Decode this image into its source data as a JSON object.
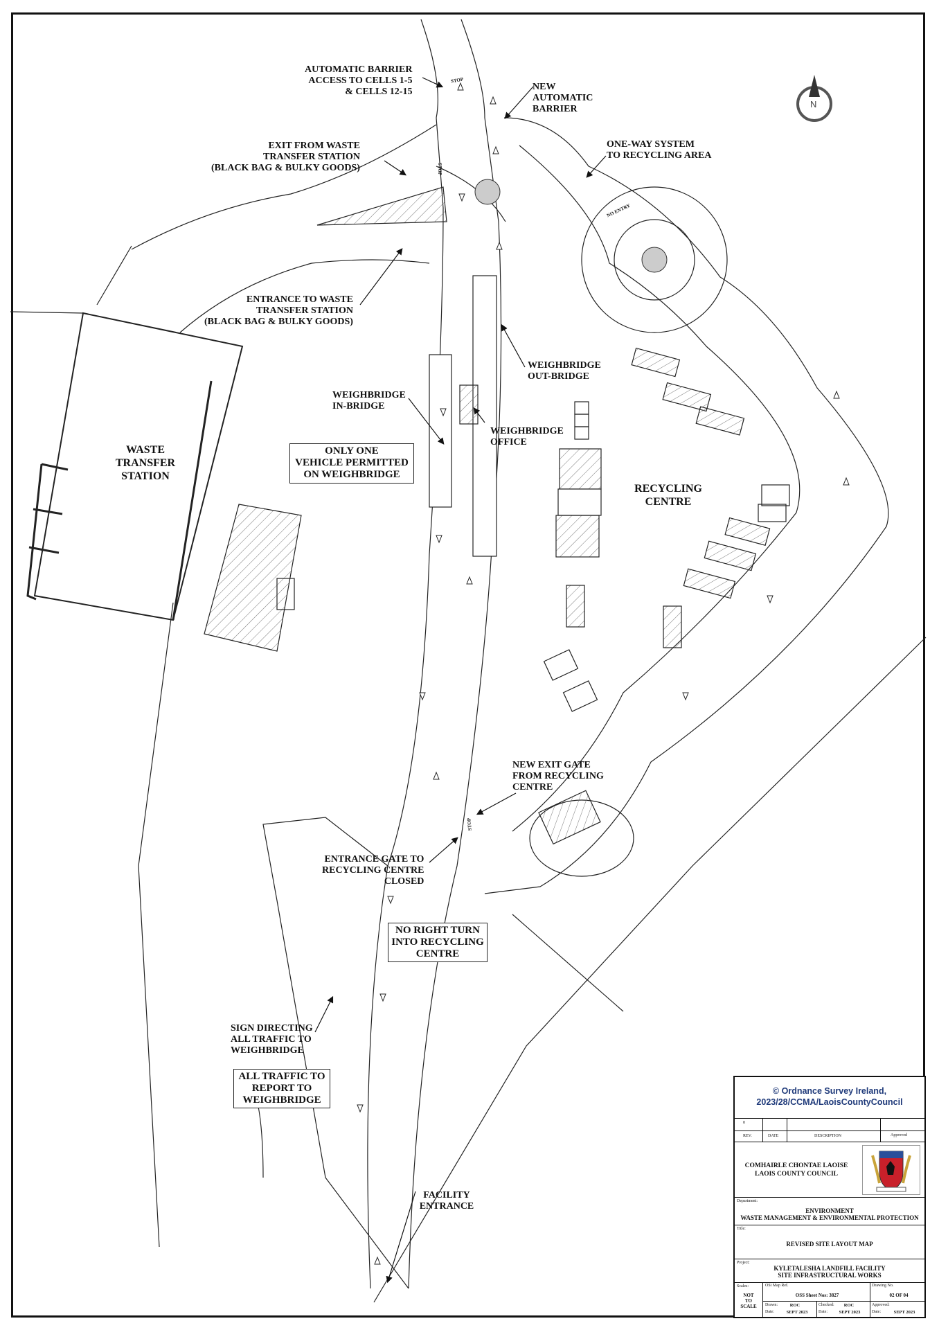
{
  "labels": {
    "automatic_barrier": [
      "AUTOMATIC BARRIER",
      "ACCESS TO CELLS 1-5",
      "& CELLS 12-15"
    ],
    "new_automatic_barrier": [
      "NEW",
      "AUTOMATIC",
      "BARRIER"
    ],
    "one_way_system": [
      "ONE-WAY SYSTEM",
      "TO RECYCLING AREA"
    ],
    "exit_wts": [
      "EXIT FROM WASTE",
      "TRANSFER STATION",
      "(BLACK BAG & BULKY GOODS)"
    ],
    "entrance_wts": [
      "ENTRANCE TO WASTE",
      "TRANSFER STATION",
      "(BLACK BAG & BULKY GOODS)"
    ],
    "weighbridge_out": [
      "WEIGHBRIDGE",
      "OUT-BRIDGE"
    ],
    "weighbridge_in": [
      "WEIGHBRIDGE",
      "IN-BRIDGE"
    ],
    "weighbridge_office": [
      "WEIGHBRIDGE",
      "OFFICE"
    ],
    "waste_transfer_station": [
      "WASTE",
      "TRANSFER",
      "STATION"
    ],
    "only_one_vehicle": [
      "ONLY ONE",
      "VEHICLE PERMITTED",
      "ON WEIGHBRIDGE"
    ],
    "recycling_centre": [
      "RECYCLING",
      "CENTRE"
    ],
    "new_exit_gate": [
      "NEW EXIT GATE",
      "FROM RECYCLING",
      "CENTRE"
    ],
    "entrance_gate": [
      "ENTRANCE GATE TO",
      "RECYCLING CENTRE",
      "CLOSED"
    ],
    "no_right_turn": [
      "NO RIGHT TURN",
      "INTO RECYCLING",
      "CENTRE"
    ],
    "sign_directing": [
      "SIGN DIRECTING",
      "ALL TRAFFIC TO",
      "WEIGHBRIDGE"
    ],
    "all_traffic": [
      "ALL TRAFFIC TO",
      "REPORT TO",
      "WEIGHBRIDGE"
    ],
    "facility_entrance": [
      "FACILITY",
      "ENTRANCE"
    ],
    "stop_1": "STOP",
    "stop_2": "STOP",
    "stop_3": "STOP",
    "no_entry": "NO ENTRY"
  },
  "north_arrow": {
    "letter": "N",
    "icon": "north-arrow-icon"
  },
  "title_block": {
    "copyright": [
      "© Ordnance Survey Ireland,",
      "2023/28/CCMA/LaoisCountyCouncil"
    ],
    "rev_value": "0",
    "rev_header": "REV.",
    "date_header": "DATE",
    "description_header": "DESCRIPTION",
    "approved_header": "Approved",
    "council": [
      "COMHAIRLE CHONTAE LAOISE",
      "LAOIS COUNTY COUNCIL"
    ],
    "department_label": "Department:",
    "department": [
      "ENVIRONMENT",
      "WASTE MANAGEMENT & ENVIRONMENTAL PROTECTION"
    ],
    "title_label": "Title:",
    "title": "REVISED SITE LAYOUT MAP",
    "project_label": "Project:",
    "project": [
      "KYLETALESHA LANDFILL FACILITY",
      "SITE INFRASTRUCTURAL WORKS"
    ],
    "scales_label": "Scales:",
    "scale": [
      "NOT",
      "TO",
      "SCALE"
    ],
    "osi_ref_label": "OSi Map Ref.",
    "osi_ref": "OSS Sheet Nos: 3827",
    "drawing_no_label": "Drawing No.",
    "drawing_no": "02 OF 04",
    "drawn_label": "Drawn:",
    "drawn": "ROC",
    "checked_label": "Checked:",
    "checked": "ROC",
    "approved_label": "Approved:",
    "date_label": "Date:",
    "drawn_date": "SEPT 2023",
    "checked_date": "SEPT 2023",
    "approved_date": "SEPT 2023"
  },
  "colors": {
    "line": "#222222",
    "hatch": "#888888",
    "copyright_blue": "#1f3a7a",
    "roundabout_fill": "#cccccc"
  }
}
